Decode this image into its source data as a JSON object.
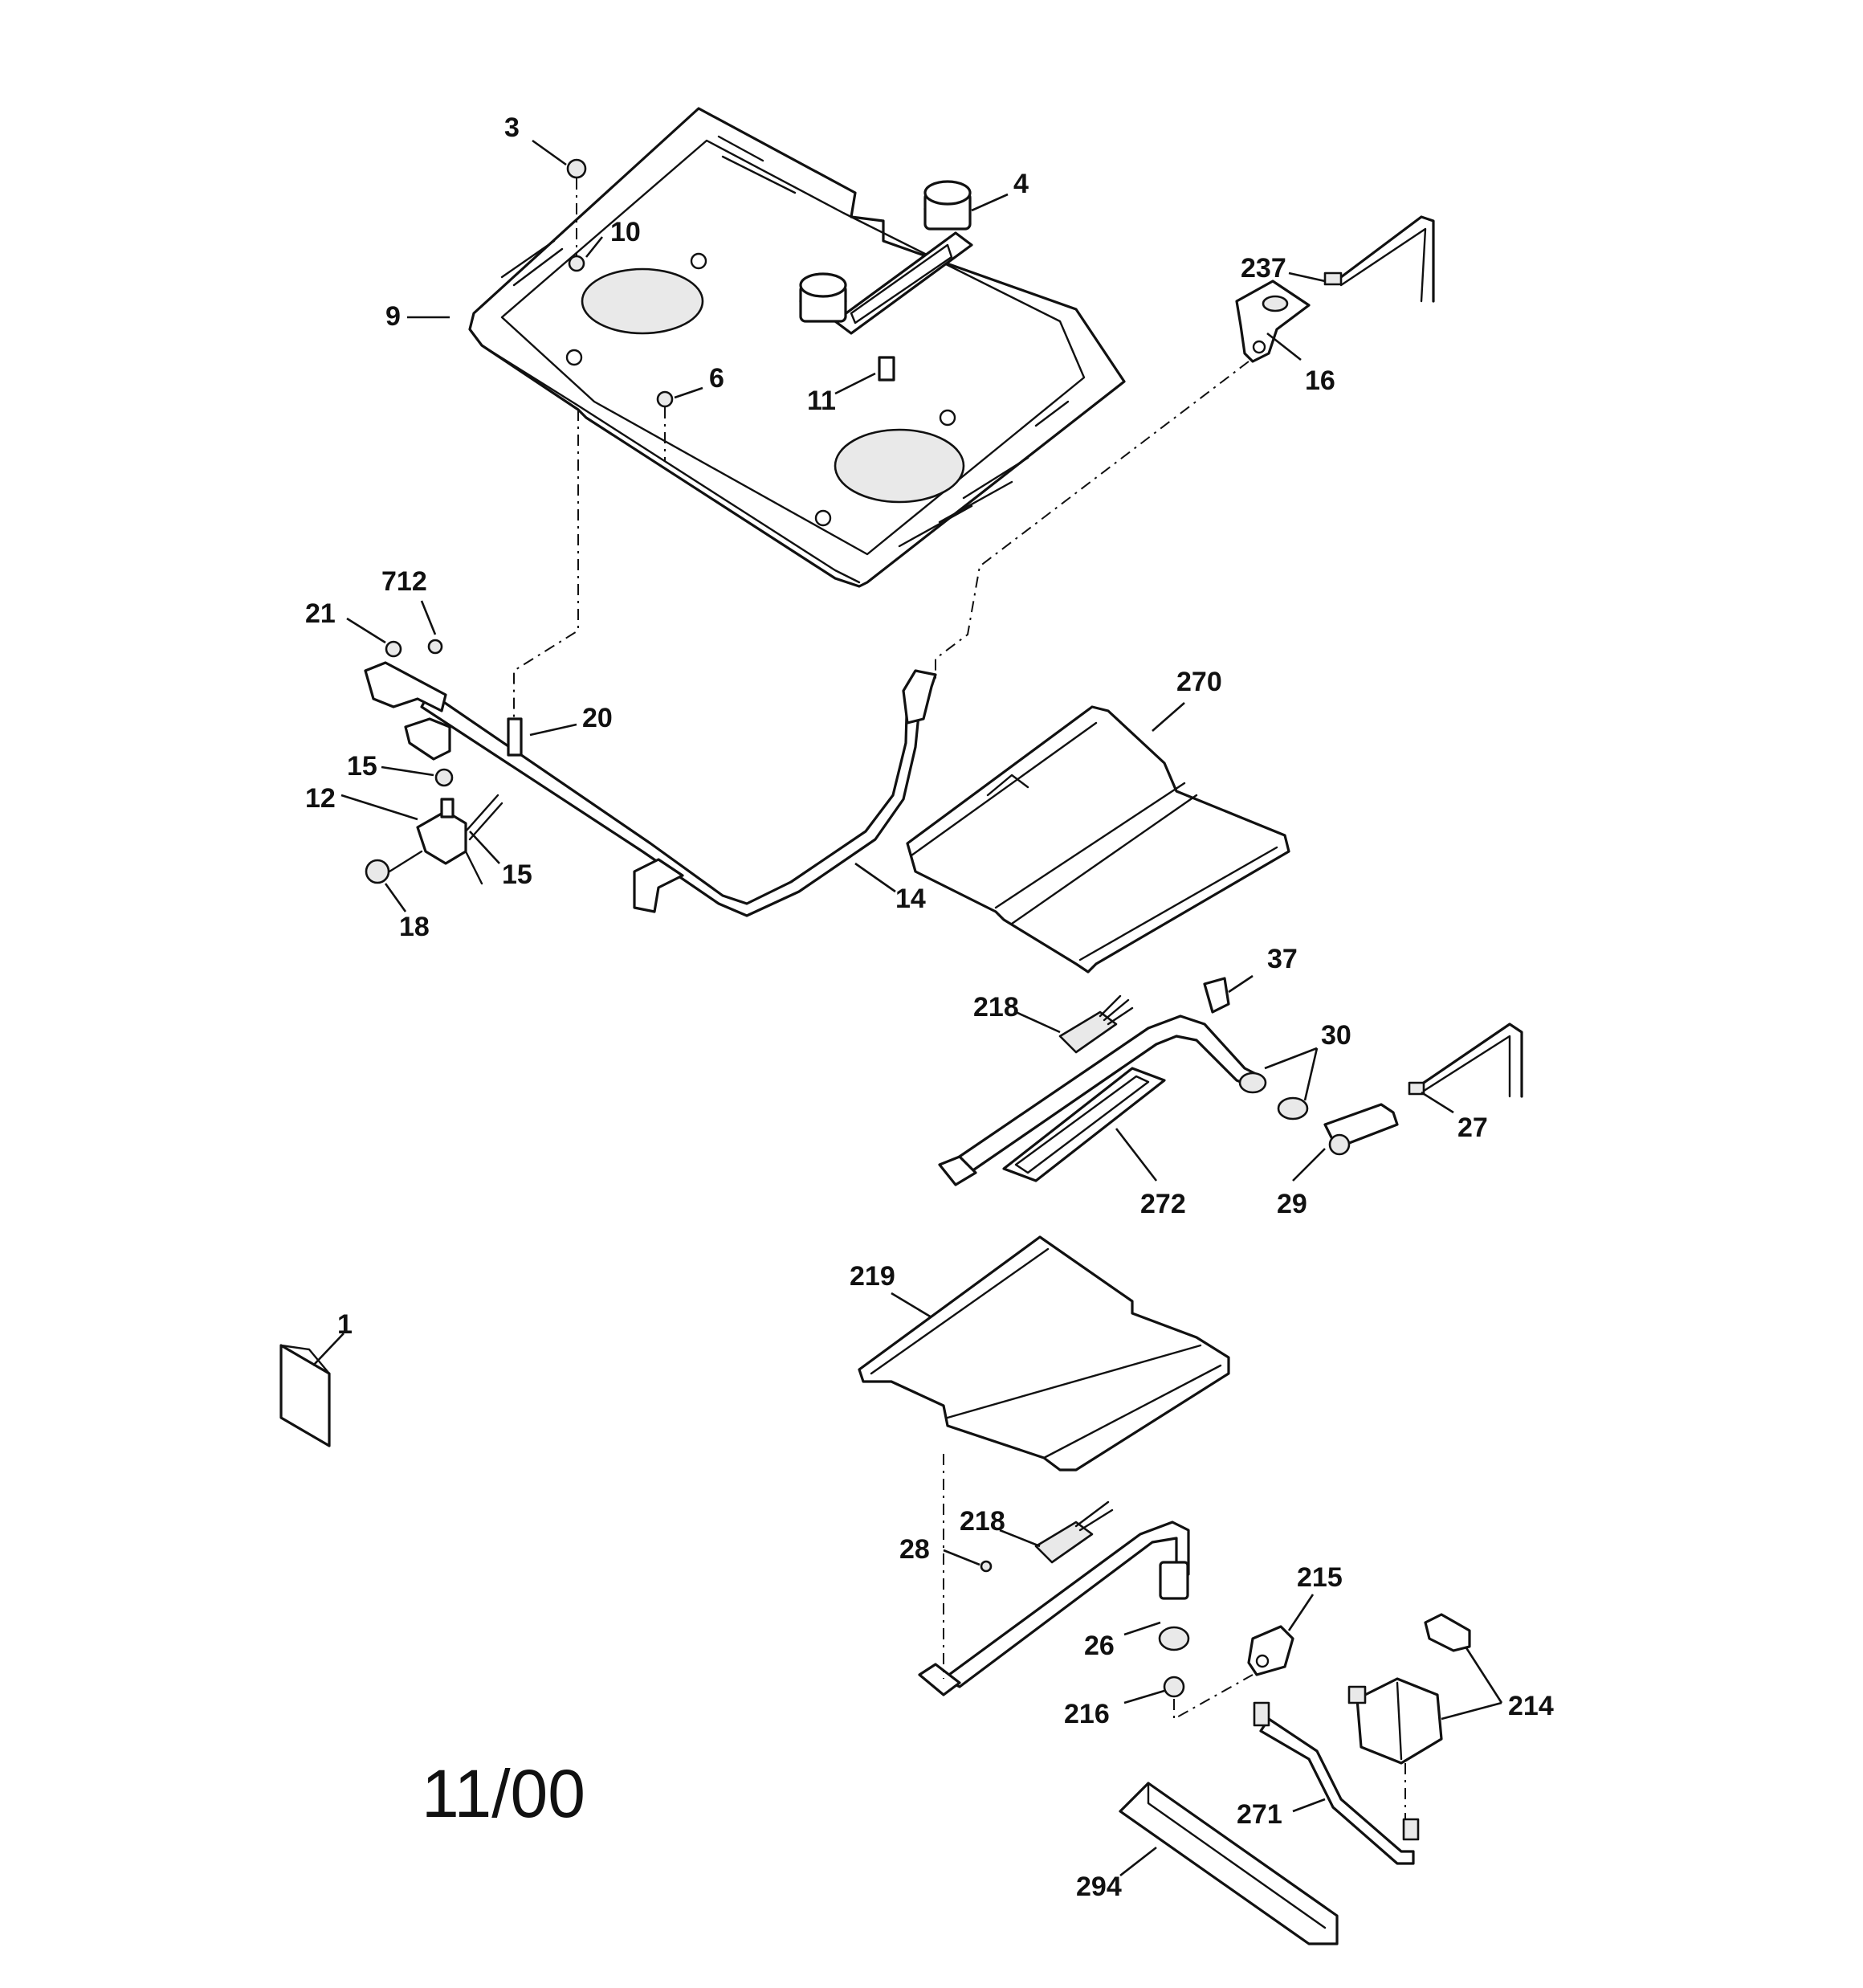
{
  "diagram": {
    "date_code": "11/00",
    "callouts": [
      {
        "id": "c3",
        "label": "3"
      },
      {
        "id": "c4",
        "label": "4"
      },
      {
        "id": "c10",
        "label": "10"
      },
      {
        "id": "c9",
        "label": "9"
      },
      {
        "id": "c237",
        "label": "237"
      },
      {
        "id": "c16",
        "label": "16"
      },
      {
        "id": "c6",
        "label": "6"
      },
      {
        "id": "c11",
        "label": "11"
      },
      {
        "id": "c712",
        "label": "712"
      },
      {
        "id": "c21",
        "label": "21"
      },
      {
        "id": "c270",
        "label": "270"
      },
      {
        "id": "c20",
        "label": "20"
      },
      {
        "id": "c15a",
        "label": "15"
      },
      {
        "id": "c12",
        "label": "12"
      },
      {
        "id": "c15b",
        "label": "15"
      },
      {
        "id": "c14",
        "label": "14"
      },
      {
        "id": "c18",
        "label": "18"
      },
      {
        "id": "c37",
        "label": "37"
      },
      {
        "id": "c218a",
        "label": "218"
      },
      {
        "id": "c30",
        "label": "30"
      },
      {
        "id": "c27",
        "label": "27"
      },
      {
        "id": "c272",
        "label": "272"
      },
      {
        "id": "c29",
        "label": "29"
      },
      {
        "id": "c219",
        "label": "219"
      },
      {
        "id": "c1",
        "label": "1"
      },
      {
        "id": "c218b",
        "label": "218"
      },
      {
        "id": "c28",
        "label": "28"
      },
      {
        "id": "c215",
        "label": "215"
      },
      {
        "id": "c26",
        "label": "26"
      },
      {
        "id": "c216",
        "label": "216"
      },
      {
        "id": "c214",
        "label": "214"
      },
      {
        "id": "c271",
        "label": "271"
      },
      {
        "id": "c294",
        "label": "294"
      }
    ]
  }
}
